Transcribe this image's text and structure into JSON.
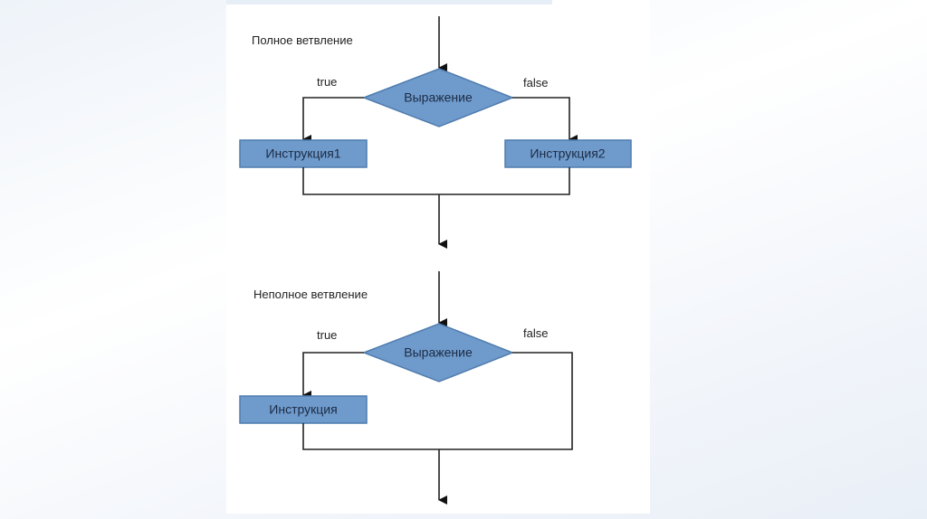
{
  "diagrams": [
    {
      "title": "Полное ветвление",
      "condition": "Выражение",
      "true_label": "true",
      "false_label": "false",
      "true_branch": "Инструкция1",
      "false_branch": "Инструкция2"
    },
    {
      "title": "Неполное ветвление",
      "condition": "Выражение",
      "true_label": "true",
      "false_label": "false",
      "true_branch": "Инструкция"
    }
  ],
  "colors": {
    "shape_fill": "#6f9bcc",
    "shape_stroke": "#4f7cae"
  }
}
